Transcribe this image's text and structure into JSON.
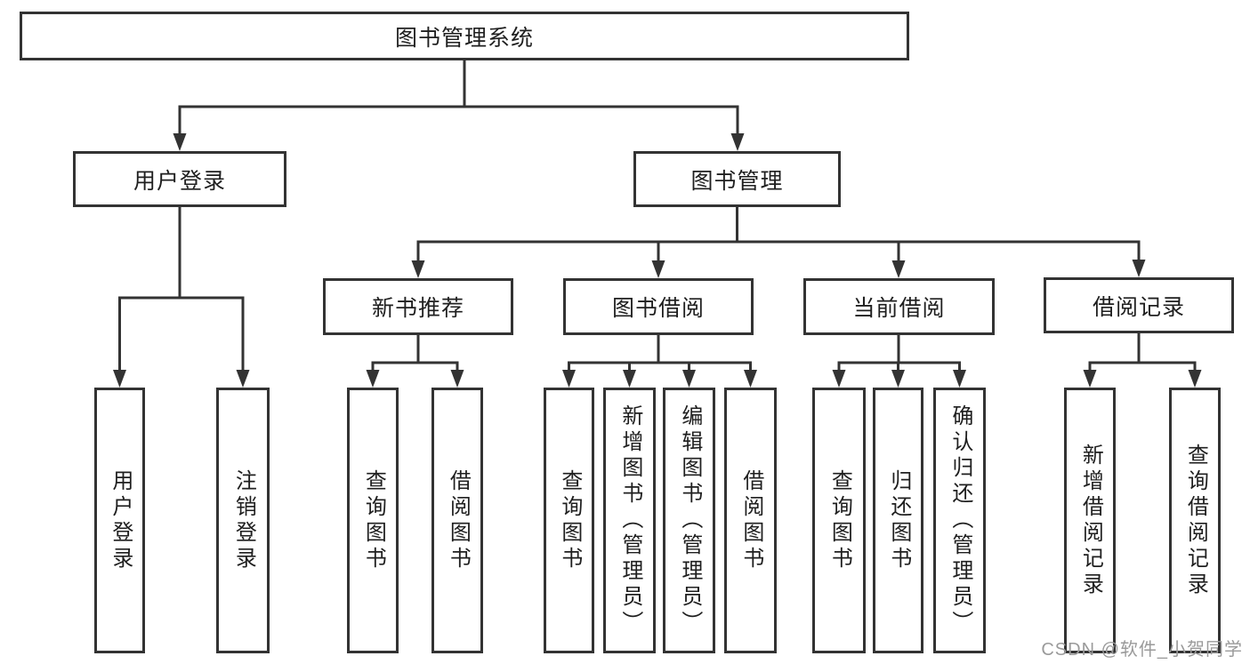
{
  "colors": {
    "line": "#333333",
    "node_border": "#333333",
    "text": "#1f1f1f",
    "watermark": "#9a9a9a",
    "background": "#ffffff"
  },
  "watermark": {
    "text": "CSDN @软件_小贺同学"
  },
  "diagram": {
    "type": "tree",
    "title": "图书管理系统",
    "branches": [
      {
        "label": "用户登录",
        "children": [
          {
            "label": "用户登录"
          },
          {
            "label": "注销登录"
          }
        ]
      },
      {
        "label": "图书管理",
        "children": [
          {
            "label": "新书推荐",
            "children": [
              {
                "label": "查询图书"
              },
              {
                "label": "借阅图书"
              }
            ]
          },
          {
            "label": "图书借阅",
            "children": [
              {
                "label": "查询图书"
              },
              {
                "label": "新增图书（管理员）"
              },
              {
                "label": "编辑图书（管理员）"
              },
              {
                "label": "借阅图书"
              }
            ]
          },
          {
            "label": "当前借阅",
            "children": [
              {
                "label": "查询图书"
              },
              {
                "label": "归还图书"
              },
              {
                "label": "确认归还（管理员）"
              }
            ]
          },
          {
            "label": "借阅记录",
            "children": [
              {
                "label": "新增借阅记录"
              },
              {
                "label": "查询借阅记录"
              }
            ]
          }
        ]
      }
    ]
  }
}
